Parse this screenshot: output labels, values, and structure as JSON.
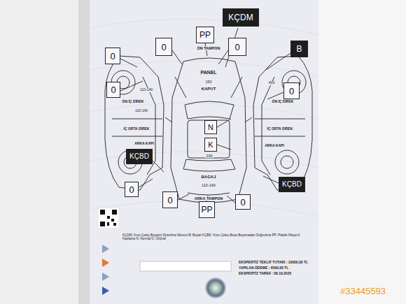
{
  "diagram": {
    "nodes": [
      {
        "text": [
          "KÇDM"
        ]
      },
      {
        "text": [
          "PP"
        ]
      },
      {
        "text": [
          "0"
        ]
      },
      {
        "text": [
          "0"
        ]
      },
      {
        "text": [
          "B"
        ]
      },
      {
        "text": [
          "0"
        ]
      },
      {
        "text": [
          "0"
        ]
      },
      {
        "text": [
          "0"
        ]
      },
      {
        "text": [
          "N"
        ]
      },
      {
        "text": [
          "K"
        ]
      },
      {
        "text": [
          "KÇBD"
        ]
      },
      {
        "text": [
          "KÇBD"
        ]
      },
      {
        "text": [
          "0"
        ]
      },
      {
        "text": [
          "0"
        ]
      },
      {
        "text": [
          "0"
        ]
      },
      {
        "text": [
          "PP"
        ]
      }
    ],
    "labels": [
      "ÖN TAMPON",
      "PANEL",
      "150",
      "KAPUT",
      "BAGAJ",
      "230",
      "110-140",
      "ARKA TAMPON",
      "ÖN İÇ DİREK",
      "ÖN İÇ DİREK",
      "İÇ ORTA DİREK",
      "İÇ ORTA DİREK",
      "ARKA KAPI",
      "ARKA KAPI",
      "110-140",
      "400",
      "110-140",
      "KÇDM: Kuru Çekiç-Boyasız Düzeltme Mevcut B: Boyalı KÇBD: Kuru Çekiç-Boya Boyamadan Doğrultma PP: Plastik Parça K: Kaplama N: Normal O: Orijinal",
      "EKSPERTİZ TEKLİF TUTARI : 10000,00 TL",
      "YAPILAN ÖDEME : 6500,00 TL",
      "EKSPERTİZ TARİHİ : 08.10.2025",
      "#33445593"
    ]
  }
}
